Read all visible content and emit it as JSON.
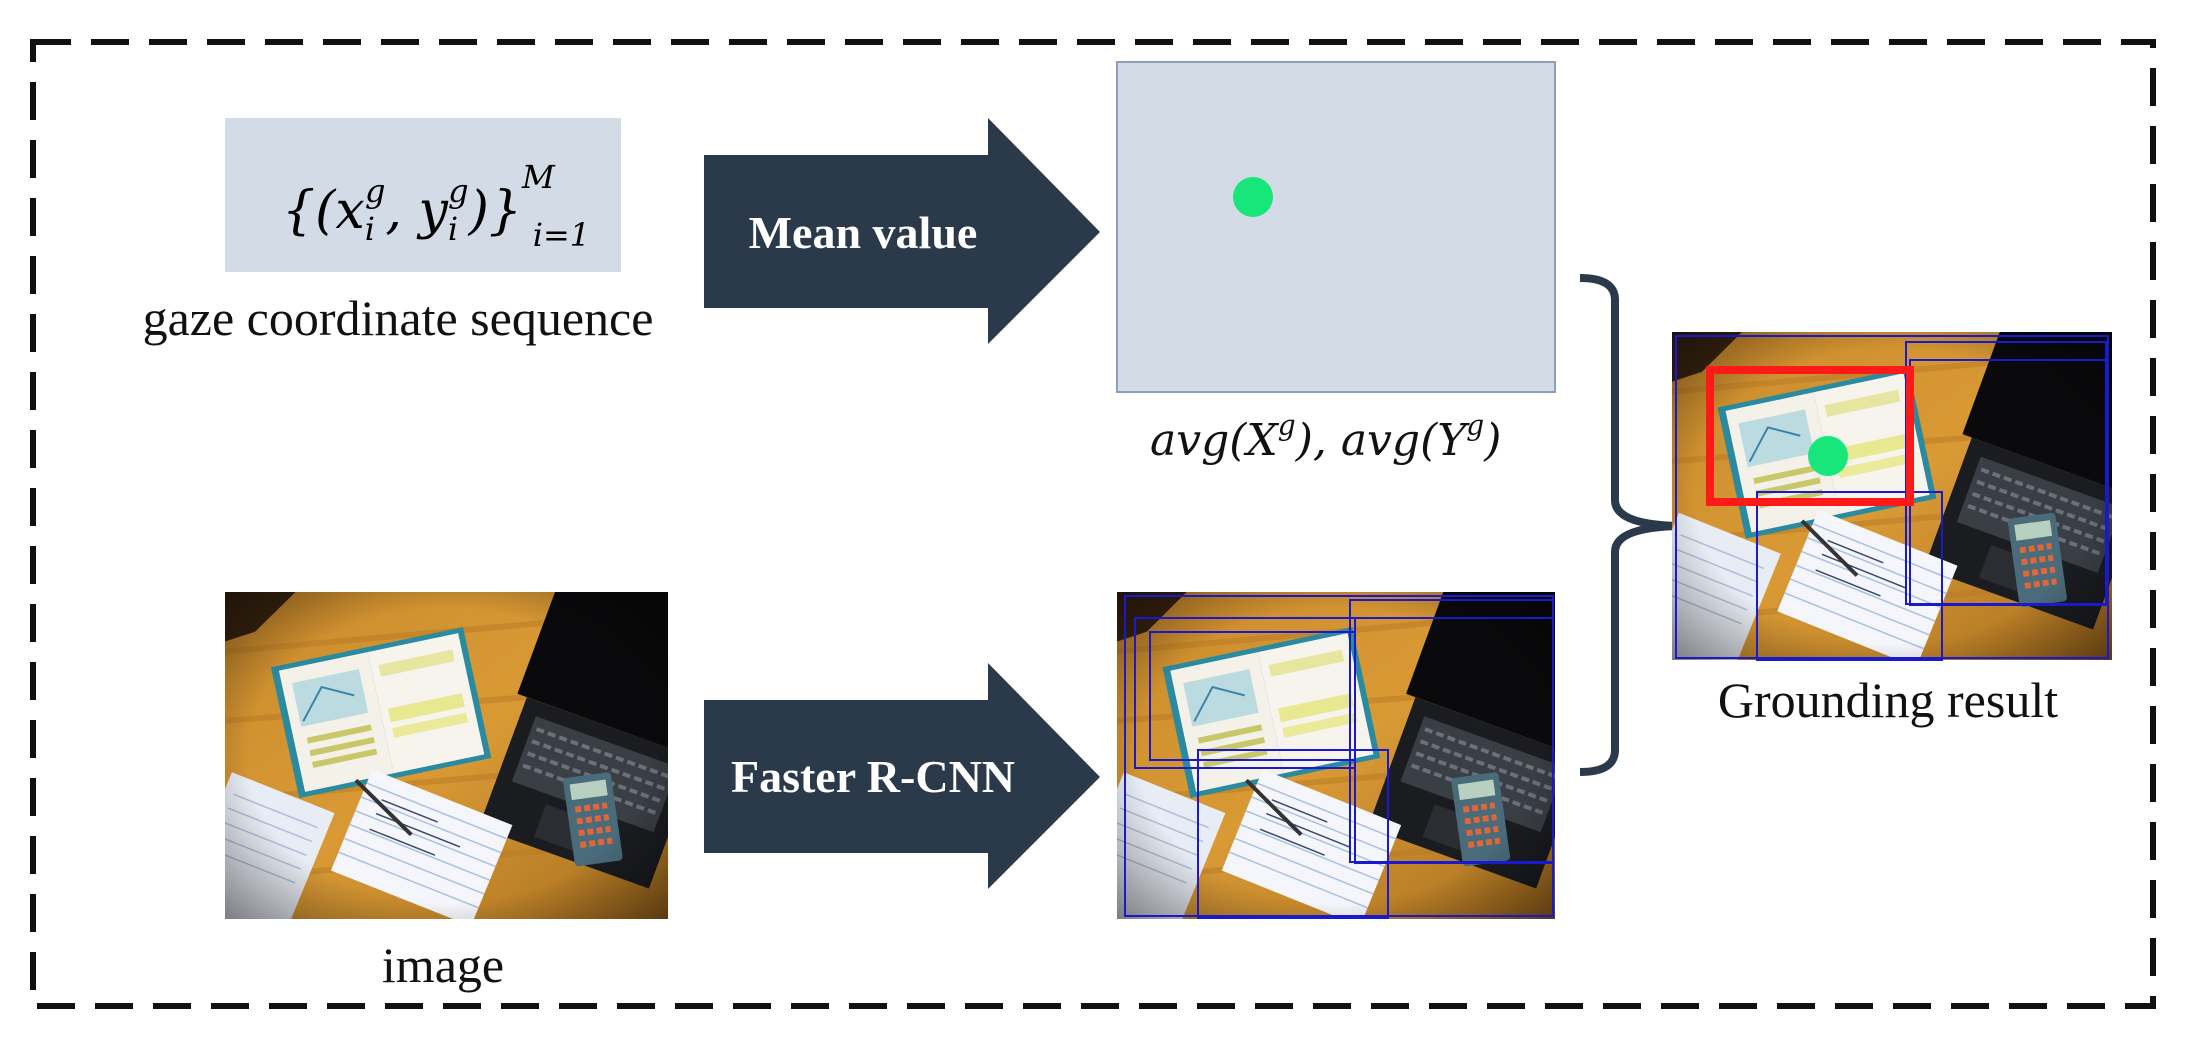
{
  "gaze_box": {
    "formula_base": "{(x",
    "formula_sub_i": "i",
    "formula_sup_g": "g",
    "formula_mid": ", y",
    "formula_close": ")}",
    "formula_upper": "M",
    "formula_lower": "i=1"
  },
  "labels": {
    "gaze": "gaze coordinate sequence",
    "image": "image",
    "avg_part1": "avg(X",
    "avg_sup": "g",
    "avg_part2": "), avg(Y",
    "avg_part3": ")",
    "grounding": "Grounding result"
  },
  "arrows": {
    "mean": "Mean value",
    "rcnn": "Faster R-CNN"
  },
  "colors": {
    "arrow_fill": "#2b3a4a",
    "panel_fill": "#d3dce6",
    "gaze_point": "#17e67a",
    "proposal_box": "#1a1acc",
    "grounded_box": "#ff1a1a",
    "dashed_border": "#111111",
    "brace": "#2b3a4a"
  }
}
